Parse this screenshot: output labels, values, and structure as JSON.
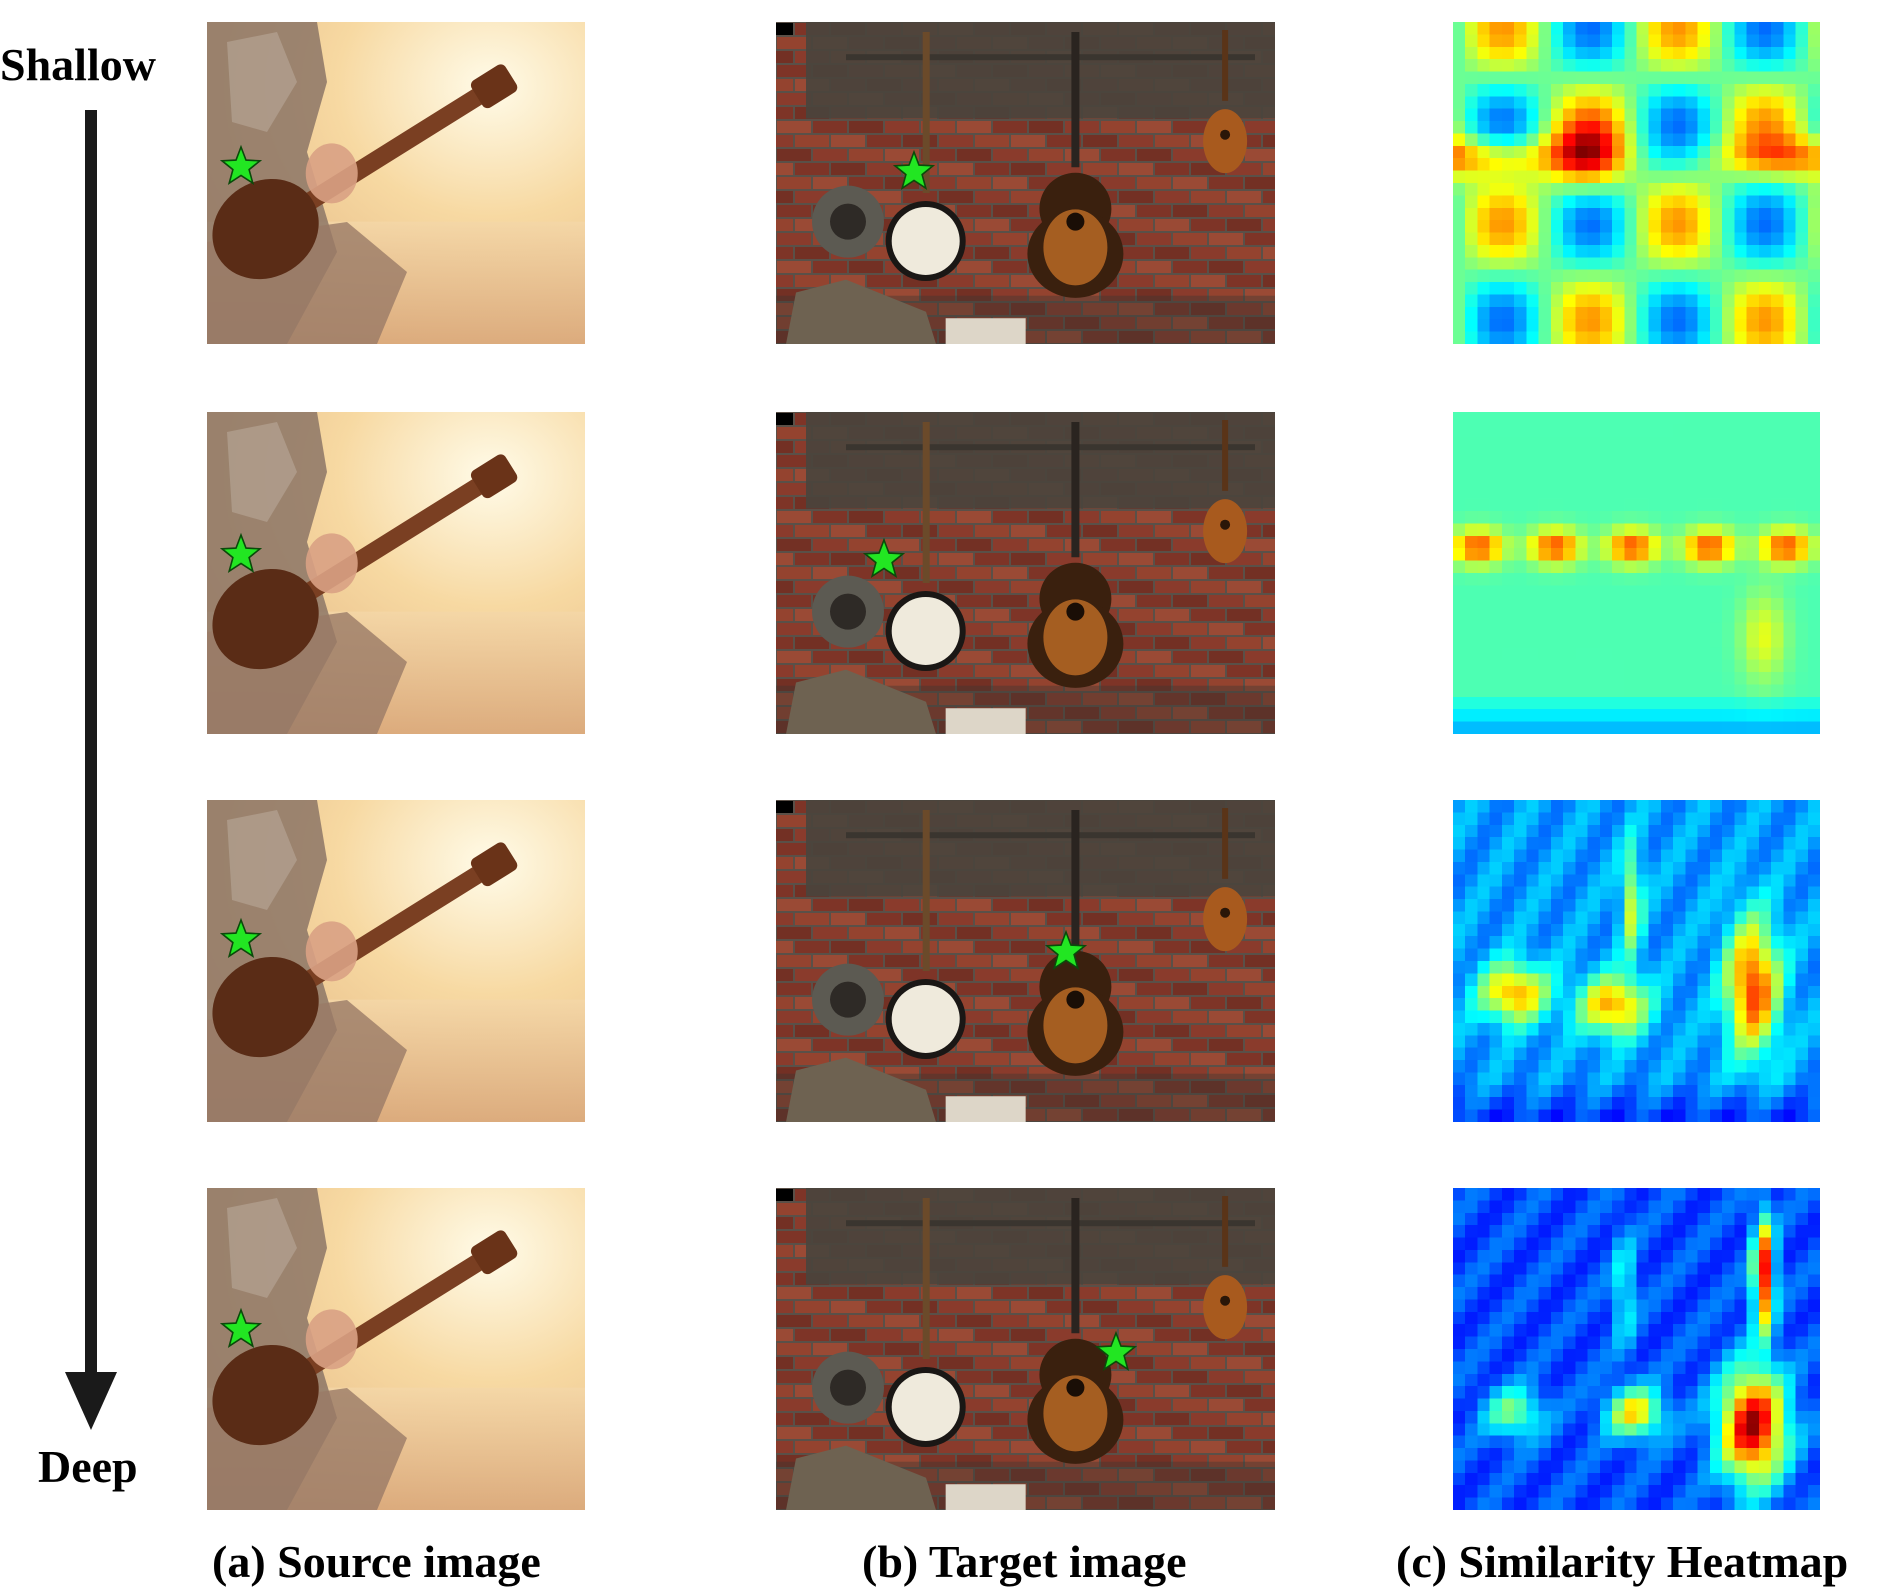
{
  "figure": {
    "axis": {
      "top_label": "Shallow",
      "bottom_label": "Deep"
    },
    "columns": [
      {
        "caption": "(a) Source image",
        "content": "person playing ukulele in warm sunlight"
      },
      {
        "caption": "(b) Target image",
        "content": "banjo, acoustic guitar and mandolin on brick wall"
      },
      {
        "caption": "(c) Similarity Heatmap",
        "content": "jet colormap similarity map"
      }
    ],
    "rows": [
      {
        "depth_level": 1
      },
      {
        "depth_level": 2
      },
      {
        "depth_level": 3
      },
      {
        "depth_level": 4
      }
    ],
    "colors": {
      "star": "#22e622",
      "brick": "#8a3b2c",
      "sunlight": "#f7d9a2",
      "heat_low": "#1030d0",
      "heat_high": "#b00000"
    }
  }
}
